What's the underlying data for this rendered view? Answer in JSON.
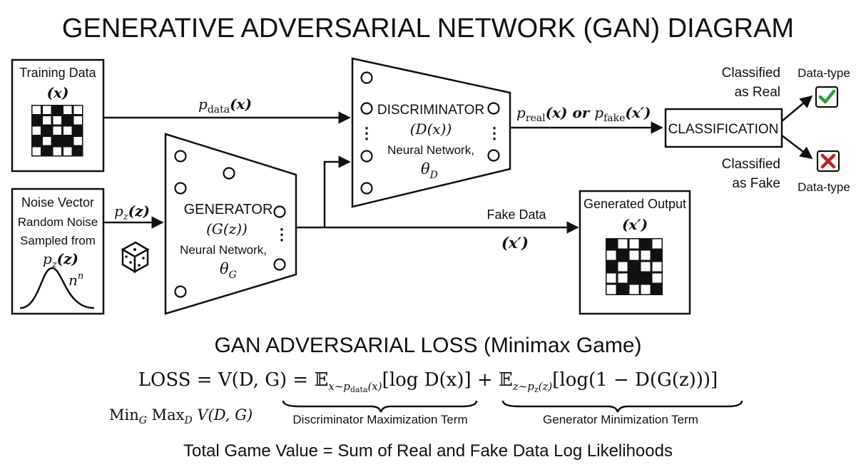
{
  "title": "GENERATIVE ADVERSARIAL NETWORK (GAN) DIAGRAM",
  "training": {
    "line1": "Training Data",
    "var": "(x)"
  },
  "noise": {
    "line1": "Noise Vector",
    "line2": "Random Noise",
    "line3": "Sampled from",
    "dist": "p",
    "dist_sub": "z",
    "dist_arg": "(z)",
    "curve_label": "n",
    "curve_sup": "n"
  },
  "generator": {
    "name": "GENERATOR",
    "func": "(G(z))",
    "net": "Neural Network,",
    "param": "θ",
    "param_sub": "G"
  },
  "discriminator": {
    "name": "DISCRIMINATOR",
    "func": "(D(x))",
    "net": "Neural Network,",
    "param": "θ",
    "param_sub": "D"
  },
  "arrows": {
    "pdata": "p",
    "pdata_sub": "data",
    "pdata_arg": "(x)",
    "pz": "p",
    "pz_sub": "z",
    "pz_arg": "(z)",
    "fake_label": "Fake Data",
    "fake_var": "(x′)",
    "preal": "p",
    "preal_sub": "real",
    "preal_arg": "(x) or ",
    "pfake": "p",
    "pfake_sub": "fake",
    "pfake_arg": "(x′)"
  },
  "classification": {
    "label": "CLASSIFICATION"
  },
  "outcomes": {
    "real_line1": "Classified",
    "real_line2": "as Real",
    "fake_line1": "Classified",
    "fake_line2": "as Fake",
    "datatype_top": "Data-type",
    "datatype_bottom": "Data-type"
  },
  "generated": {
    "line1": "Generated Output",
    "var": "(x′)"
  },
  "loss": {
    "heading": "GAN ADVERSARIAL LOSS (Minimax Game)",
    "eq_left": "LOSS = V(D, G) = ",
    "e1": "𝔼",
    "e1_sub": "x∼p",
    "e1_sub2": "data",
    "e1_sub3": "(x)",
    "term1": "[log D(x)]",
    "plus": " + ",
    "e2": "𝔼",
    "e2_sub": "z∼p",
    "e2_sub2": "z",
    "e2_sub3": "(z)",
    "term2": "[log(1 − D(G(z)))]",
    "minmax_min": "Min",
    "minmax_min_sub": "G",
    "minmax_max": " Max",
    "minmax_max_sub": "D",
    "minmax_rest": " V(D, G)",
    "brace1_label": "Discriminator Maximization Term",
    "brace2_label": "Generator Minimization Term",
    "total": "Total Game Value = Sum of Real and Fake Data Log Likelihoods"
  },
  "colors": {
    "check": "#2e9e3a",
    "cross": "#c0222b",
    "ink": "#111111"
  }
}
